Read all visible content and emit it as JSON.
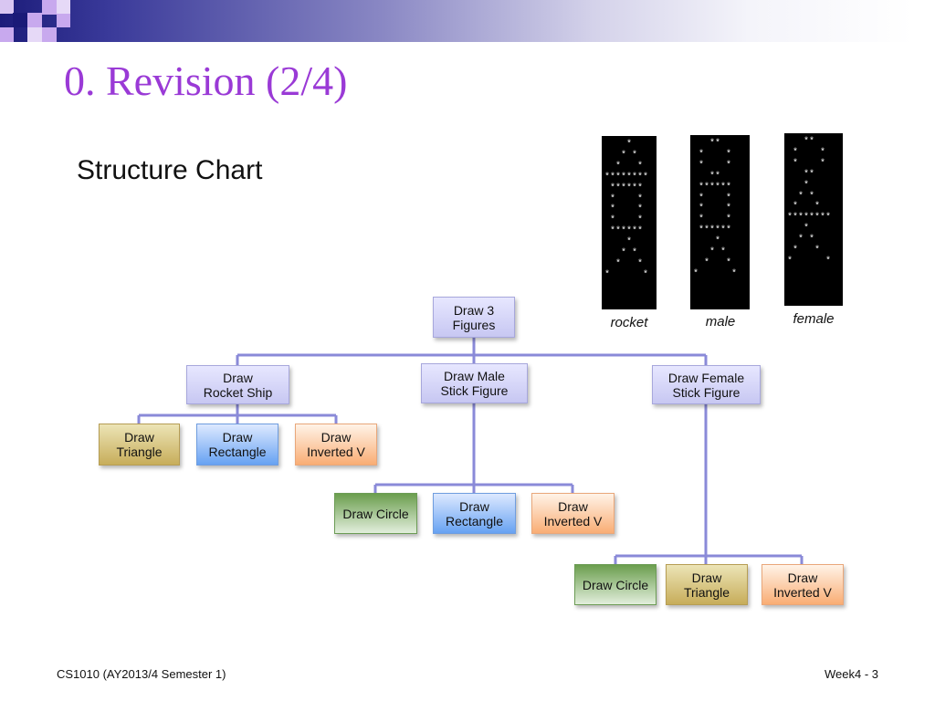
{
  "slide": {
    "title": "0. Revision (2/4)",
    "subtitle": "Structure Chart"
  },
  "figures": [
    {
      "caption": "rocket",
      "art": "    *\n   * *\n  *   *\n********\n ******\n *    *\n *    *\n *    *\n ******\n    *\n   * *\n  *   *\n*      *"
    },
    {
      "caption": "male",
      "art": "   **\n *    *\n *    *\n   **\n ******\n *    *\n *    *\n *    *\n ******\n    *\n   * *\n  *   *\n*      *"
    },
    {
      "caption": "female",
      "art": "   **\n *    *\n *    *\n   **\n   *\n  * *\n *   *\n********\n   *\n  * *\n *   *\n*      *"
    }
  ],
  "chart": {
    "root": "Draw 3\nFigures",
    "branches": [
      {
        "label": "Draw\nRocket Ship",
        "children": [
          "Draw\nTriangle",
          "Draw\nRectangle",
          "Draw\nInverted V"
        ]
      },
      {
        "label": "Draw Male\nStick Figure",
        "children": [
          "Draw Circle",
          "Draw\nRectangle",
          "Draw\nInverted V"
        ]
      },
      {
        "label": "Draw Female\nStick Figure",
        "children": [
          "Draw Circle",
          "Draw\nTriangle",
          "Draw\nInverted V"
        ]
      }
    ]
  },
  "footer": {
    "left": "CS1010 (AY2013/4 Semester 1)",
    "right": "Week4 - 3"
  },
  "colors": {
    "title": "#9a3ad6",
    "connector": "#8a8ad8",
    "lavender_box": "#c7c7f2",
    "gold_box": "#c7ad5a",
    "blue_box": "#67a2f2",
    "peach_box": "#f9ad74",
    "green_box": "#6b9e4e"
  }
}
